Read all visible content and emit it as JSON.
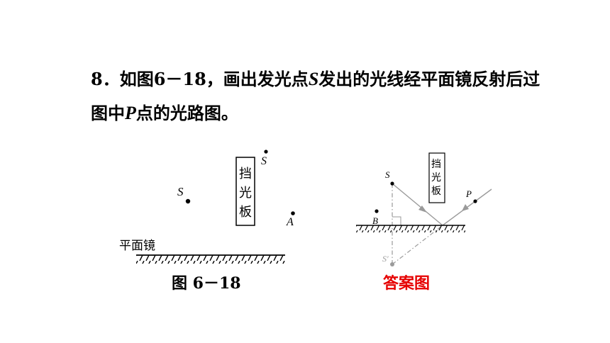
{
  "question": {
    "number": "8．",
    "part1": "如图6－18，画出发光点",
    "var_s": "S",
    "part2": "发出的光线经平面镜反射后过图中",
    "var_p": "P",
    "part3": "点的光路图。"
  },
  "figure_left": {
    "point_s": "S",
    "point_s_top": "S",
    "point_a": "A",
    "board_text": [
      "挡",
      "光",
      "板"
    ],
    "mirror_label": "平面镜",
    "caption": "图 6－18"
  },
  "figure_right": {
    "point_s": "S",
    "point_s_image": "S′",
    "point_b": "B",
    "point_p": "P",
    "board_text": [
      "挡",
      "光",
      "板"
    ],
    "caption": "答案图",
    "caption_color": "#e60000",
    "ray_color": "#9a9a9a"
  }
}
